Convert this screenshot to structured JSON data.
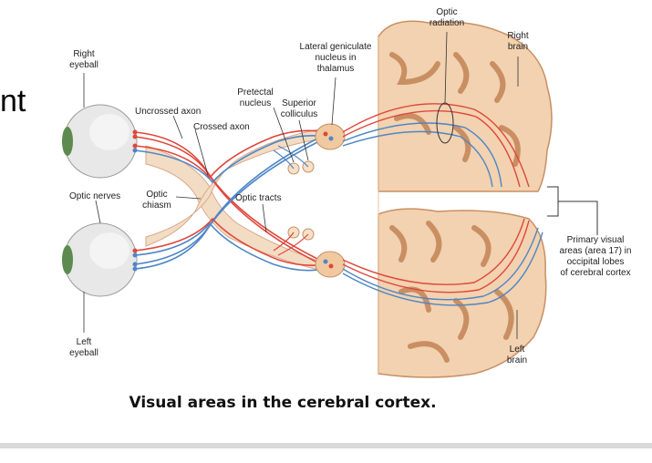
{
  "slide": {
    "fragment_text": "nt",
    "caption": "Visual areas in the cerebral cortex."
  },
  "labels": {
    "optic_radiation": [
      "Optic",
      "radiation"
    ],
    "right_brain": [
      "Right",
      "brain"
    ],
    "right_eyeball": [
      "Right",
      "eyeball"
    ],
    "lateral_geniculate": [
      "Lateral geniculate",
      "nucleus in",
      "thalamus"
    ],
    "pretectal_nucleus": [
      "Pretectal",
      "nucleus"
    ],
    "superior_colliculus": [
      "Superior",
      "colliculus"
    ],
    "uncrossed_axon": "Uncrossed axon",
    "crossed_axon": "Crossed axon",
    "optic_nerves": "Optic nerves",
    "optic_chiasm": [
      "Optic",
      "chiasm"
    ],
    "optic_tracts": "Optic tracts",
    "primary_visual": [
      "Primary visual",
      "areas (area 17) in",
      "occipital lobes",
      "of cerebral cortex"
    ],
    "left_eyeball": [
      "Left",
      "eyeball"
    ],
    "left_brain": [
      "Left",
      "brain"
    ]
  },
  "colors": {
    "red_fiber": "#e0463a",
    "blue_fiber": "#4f86c6",
    "brain_fill": "#f2d2b0",
    "brain_stroke": "#c98f63",
    "eye_fill": "#e8e8e8"
  }
}
